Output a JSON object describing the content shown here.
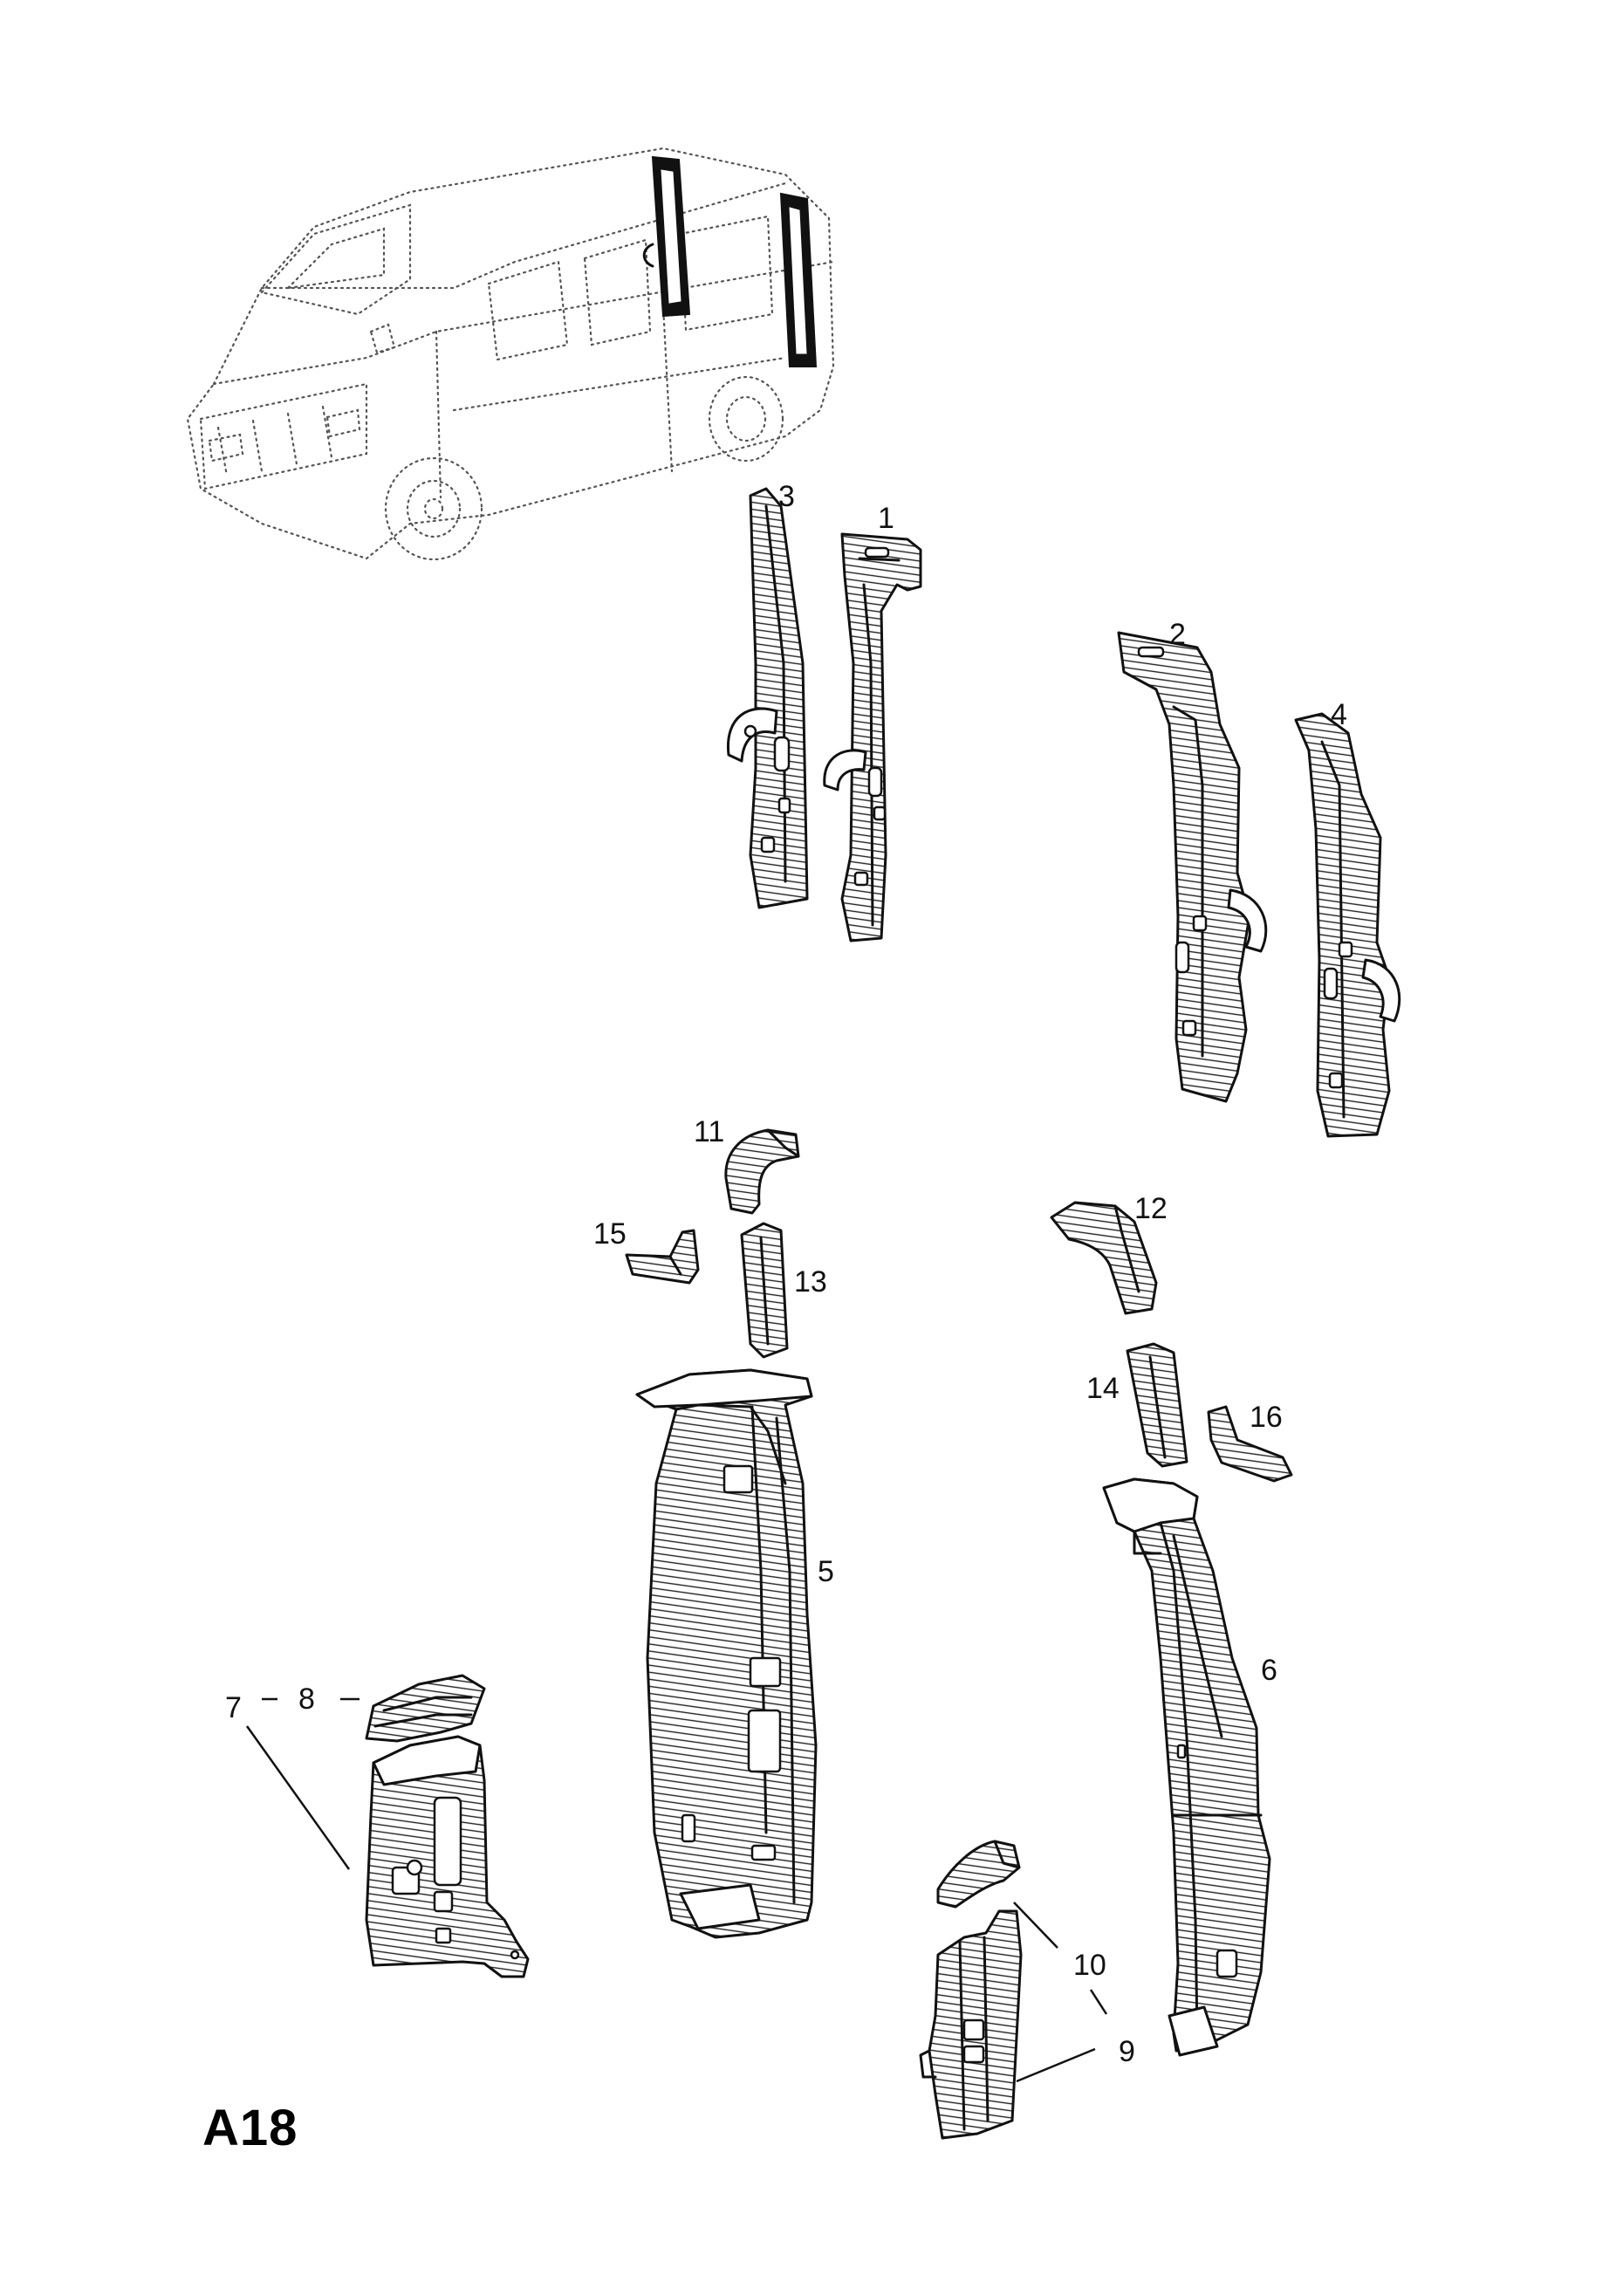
{
  "page": {
    "code": "A18"
  },
  "callouts": [
    {
      "id": "1",
      "label": "1"
    },
    {
      "id": "2",
      "label": "2"
    },
    {
      "id": "3",
      "label": "3"
    },
    {
      "id": "4",
      "label": "4"
    },
    {
      "id": "5",
      "label": "5"
    },
    {
      "id": "6",
      "label": "6"
    },
    {
      "id": "7",
      "label": "7"
    },
    {
      "id": "8",
      "label": "8"
    },
    {
      "id": "9",
      "label": "9"
    },
    {
      "id": "10",
      "label": "10"
    },
    {
      "id": "11",
      "label": "11"
    },
    {
      "id": "12",
      "label": "12"
    },
    {
      "id": "13",
      "label": "13"
    },
    {
      "id": "14",
      "label": "14"
    },
    {
      "id": "15",
      "label": "15"
    },
    {
      "id": "16",
      "label": "16"
    }
  ],
  "colors": {
    "ink": "#111111",
    "background": "#ffffff",
    "ghost": "#555555"
  }
}
